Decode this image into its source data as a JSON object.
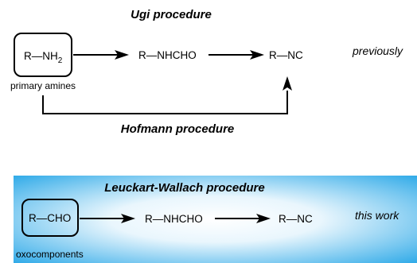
{
  "top": {
    "title": "Ugi procedure",
    "start_compound": "R—NH",
    "start_subscript": "2",
    "start_caption": "primary amines",
    "intermediate": "R—NHCHO",
    "product": "R—NC",
    "tag": "previously",
    "bottom_route_title": "Hofmann procedure"
  },
  "bottom": {
    "title": "Leuckart-Wallach procedure",
    "start_compound": "R—CHO",
    "start_caption": "oxocomponents",
    "intermediate": "R—NHCHO",
    "product": "R—NC",
    "tag": "this work"
  },
  "colors": {
    "panel_edge": "#1ea3e6",
    "panel_center": "#ffffff",
    "ink": "#000000"
  }
}
